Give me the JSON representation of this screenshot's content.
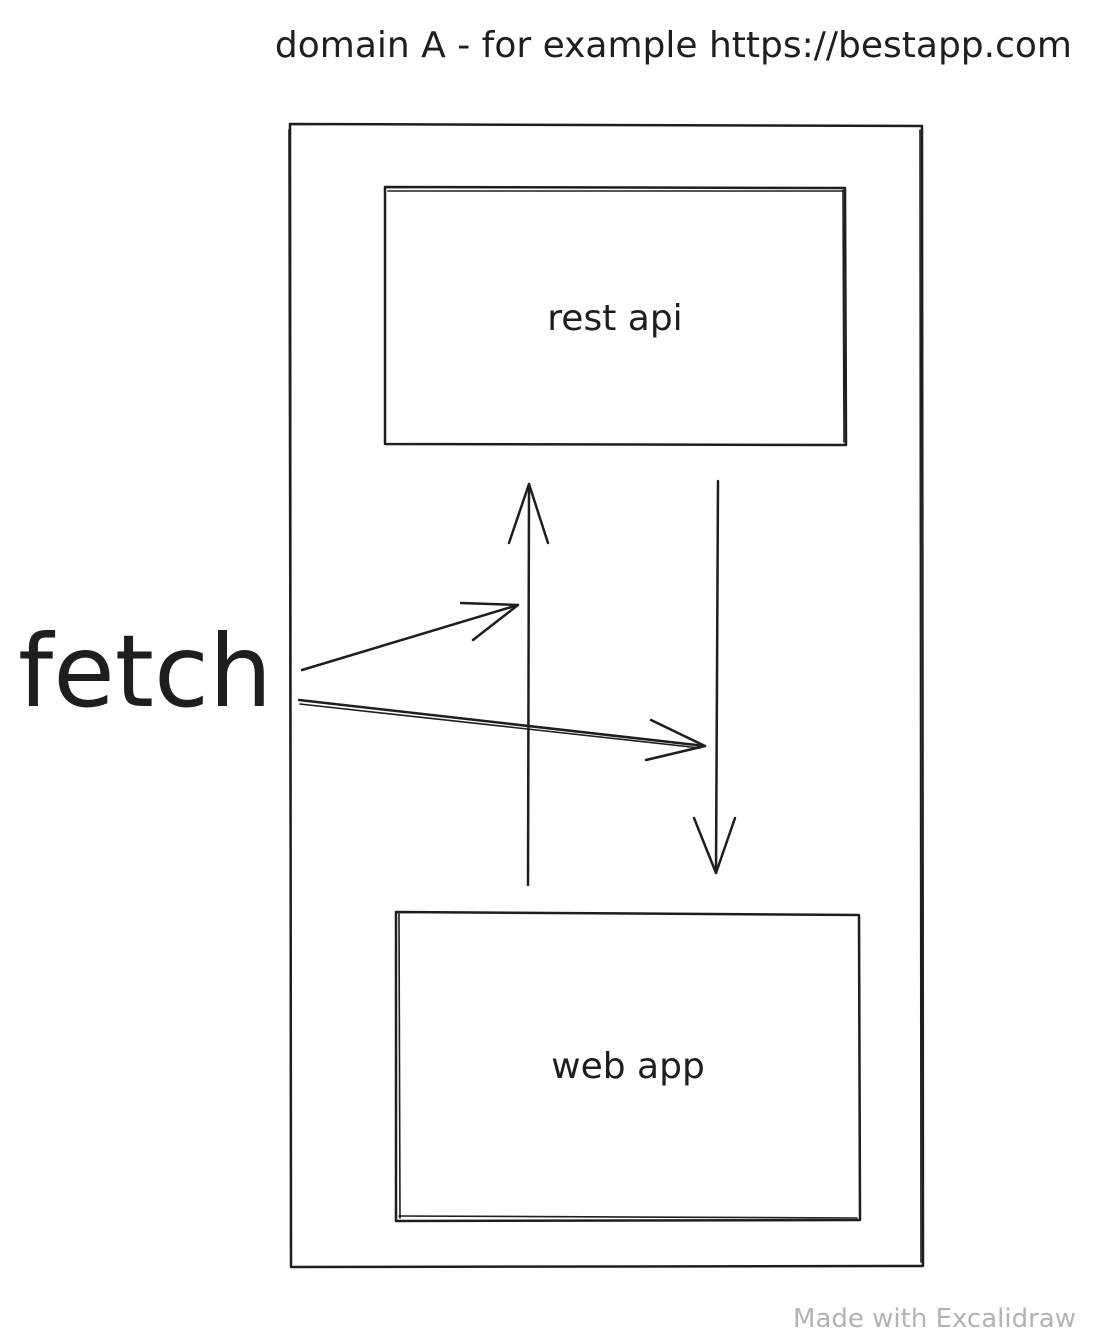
{
  "header": {
    "title": "domain A - for example https://bestapp.com"
  },
  "nodes": {
    "rest_api": "rest api",
    "web_app": "web app"
  },
  "labels": {
    "fetch": "fetch"
  },
  "footer": {
    "watermark": "Made with Excalidraw"
  },
  "colors": {
    "ink": "#1e1e1e",
    "watermark": "#b3b3b3",
    "background": "#ffffff"
  }
}
